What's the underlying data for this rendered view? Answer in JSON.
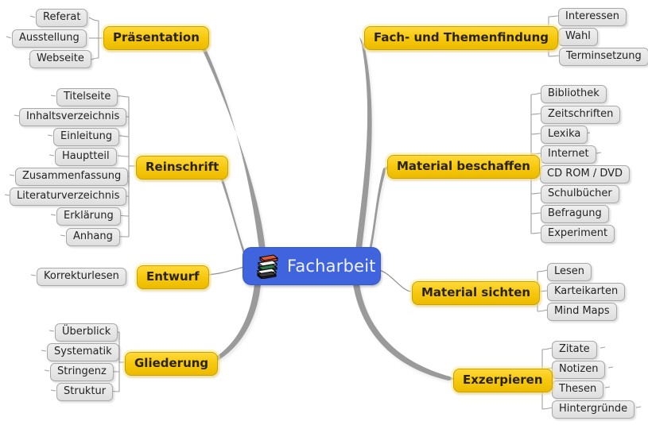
{
  "title": "Facharbeit Mind Map",
  "colors": {
    "background": "#ffffff",
    "center_fill": "#3f64dd",
    "center_text": "#eef1fb",
    "main_fill": "#f7c90e",
    "main_text": "#2b2313",
    "sub_fill": "#e6e6e6",
    "sub_text": "#232323",
    "branch_stroke": "#9a9a9a",
    "twig_stroke": "#9a9a9a"
  },
  "center": {
    "label": "Facharbeit",
    "icon": "books-stack-icon"
  },
  "branches": [
    {
      "id": "praesentation",
      "label": "Präsentation",
      "side": "left",
      "children": [
        "Referat",
        "Ausstellung",
        "Webseite"
      ]
    },
    {
      "id": "reinschrift",
      "label": "Reinschrift",
      "side": "left",
      "children": [
        "Titelseite",
        "Inhaltsverzeichnis",
        "Einleitung",
        "Hauptteil",
        "Zusammenfassung",
        "Literaturverzeichnis",
        "Erklärung",
        "Anhang"
      ]
    },
    {
      "id": "entwurf",
      "label": "Entwurf",
      "side": "left",
      "children": [
        "Korrekturlesen"
      ]
    },
    {
      "id": "gliederung",
      "label": "Gliederung",
      "side": "left",
      "children": [
        "Überblick",
        "Systematik",
        "Stringenz",
        "Struktur"
      ]
    },
    {
      "id": "fach-und-themenfindung",
      "label": "Fach- und Themenfindung",
      "side": "right",
      "children": [
        "Interessen",
        "Wahl",
        "Terminsetzung"
      ]
    },
    {
      "id": "material-beschaffen",
      "label": "Material beschaffen",
      "side": "right",
      "children": [
        "Bibliothek",
        "Zeitschriften",
        "Lexika",
        "Internet",
        "CD ROM / DVD",
        "Schulbücher",
        "Befragung",
        "Experiment"
      ]
    },
    {
      "id": "material-sichten",
      "label": "Material sichten",
      "side": "right",
      "children": [
        "Lesen",
        "Karteikarten",
        "Mind Maps"
      ]
    },
    {
      "id": "exzerpieren",
      "label": "Exzerpieren",
      "side": "right",
      "children": [
        "Zitate",
        "Notizen",
        "Thesen",
        "Hintergründe"
      ]
    }
  ]
}
